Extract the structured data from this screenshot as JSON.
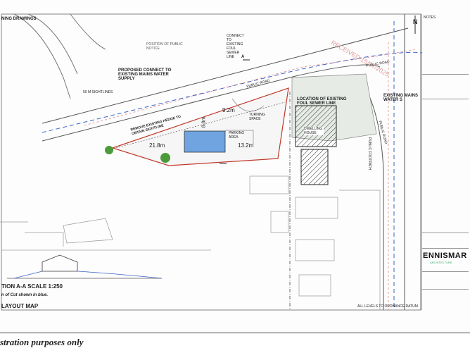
{
  "drawing": {
    "header": "NING DRAWINGS",
    "north": "N",
    "notes_title": "NOTES",
    "labels": {
      "position_notice": "POSITION OF PUBLIC NOTICE",
      "connect_foul": "CONNECT TO EXISTING FOUL SEWER LINE",
      "section_mark_a": "A",
      "proposed_water": "PROPOSED CONNECT TO EXISTING MAINS WATER SUPPLY",
      "sightlines": "50 M SIGHTLINES",
      "public_road_1": "PUBLIC ROAD",
      "public_road_2": "PUBLIC ROAD",
      "public_road_3": "PUBLIC ROAD",
      "public_footpath": "PUBLIC FOOTPATH",
      "remove_hedge": "REMOVE EXISTING HEDGE TO OBTAIN SIGHTLINE",
      "dim_top": "9.2m",
      "dim_side": "8.8m",
      "dim_left": "21.8m",
      "dim_right": "13.2m",
      "turning": "TURNING SPACE",
      "parking": "PARKING AREA",
      "location_sewer": "LOCATION OF EXISTING FOUL SEWER LINE",
      "dwelling": "DWELLING HOUSE",
      "existing_water": "EXISTING MAINS WATER S",
      "received": "RECEIVED 15/07/2025",
      "section_title": "TION A-A SCALE 1:250",
      "section_note": "n of Cut shown in blue.",
      "layout_map": "LAYOUT MAP",
      "ordnance": "ALL LEVELS TO ORDNANCE DATUM"
    },
    "titleblock": {
      "logo": "ENNISMAR",
      "subtitle": "ARCHITECTURE"
    }
  },
  "caption": "stration purposes only"
}
